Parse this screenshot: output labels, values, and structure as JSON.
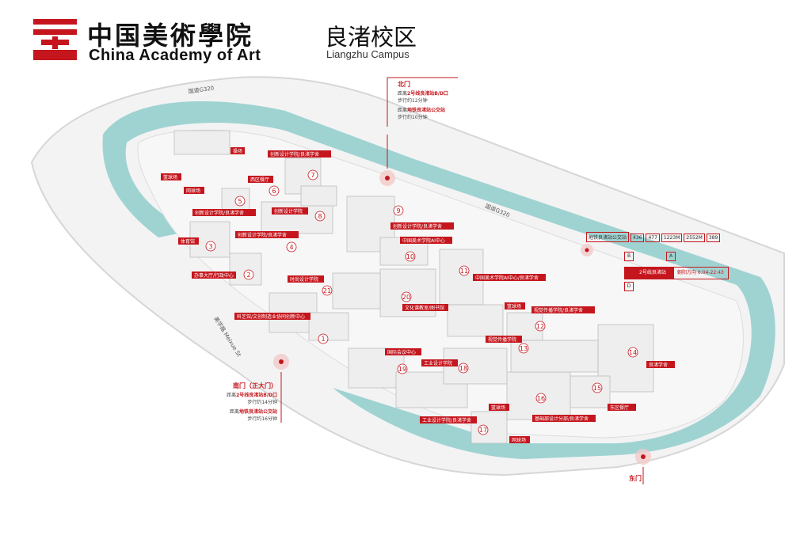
{
  "header": {
    "school_cn": "中国美術學院",
    "school_en": "China Academy of Art",
    "campus_cn": "良渚校区",
    "campus_en": "Liangzhu Campus"
  },
  "colors": {
    "accent": "#c5161d",
    "water": "#9fd3d2",
    "building": "#eeeeee",
    "road": "#f4f4f4"
  },
  "roads": {
    "g320_top": "国道G320",
    "g320_right": "国道G320",
    "meixue": "美学路 Meixue St"
  },
  "gates": {
    "north": {
      "title": "北门",
      "l1a": "距离",
      "l1b": "2号线良渚站B/D口",
      "l2": "步行约12分钟",
      "l3a": "距离",
      "l3b": "地铁良渚站公交站",
      "l4": "步行约10分钟"
    },
    "south": {
      "title": "南门（正大门）",
      "l1a": "距离",
      "l1b": "2号线良渚站B/D口",
      "l2": "步行约14分钟",
      "l3a": "距离",
      "l3b": "地铁良渚站公交站",
      "l4": "步行约16分钟"
    },
    "east": {
      "title": "东门"
    }
  },
  "transit": {
    "bus_stop": "地铁良渚站公交站",
    "bus_lines": [
      "436",
      "477",
      "1223M",
      "2552M",
      "389"
    ],
    "metro_line": "2号线良渚站",
    "metro_hours": "朝阳方向 6:04-22:43",
    "exit_b": "B",
    "exit_a": "A",
    "exit_d": "D"
  },
  "labels": {
    "l1": "操场",
    "l2": "创新设计学院/良渚学舍",
    "l3": "篮球场",
    "l4": "网球场",
    "l5": "西区餐厅",
    "l6": "创新设计学院/良渚学舍",
    "l7": "创新设计学院",
    "l8": "创新设计学院/良渚学舍",
    "l9": "体育馆",
    "l10": "创新设计学院/良渚学舍",
    "l11": "中国美术学院AI中心",
    "l12": "办事大厅/行政中心",
    "l13": "时尚设计学院",
    "l14": "中国美术学院AI中心/良渚学舍",
    "l15": "文化课教室/图书馆",
    "l16": "篮球场",
    "l17": "科艺馆/文创制造业协同创新中心",
    "l18": "视觉传播学院/良渚学舍",
    "l19": "视觉传播学院",
    "l20": "国际会议中心",
    "l21": "工业设计学院",
    "l22": "良渚学舍",
    "l23": "东区餐厅",
    "l24": "篮球场",
    "l25": "工业设计学院/良渚学舍",
    "l26": "基础部设计分部/良渚学舍",
    "l27": "网球场"
  },
  "numbers": [
    "1",
    "2",
    "3",
    "4",
    "5",
    "6",
    "7",
    "8",
    "9",
    "10",
    "11",
    "12",
    "13",
    "14",
    "15",
    "16",
    "17",
    "19",
    "20",
    "21"
  ]
}
